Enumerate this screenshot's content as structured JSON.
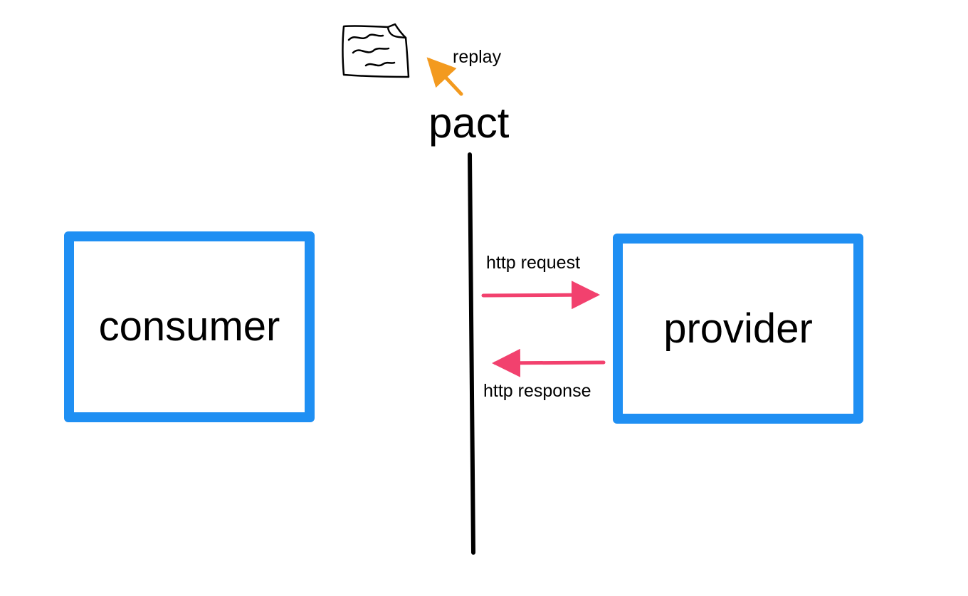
{
  "nodes": {
    "pact": "pact",
    "consumer": "consumer",
    "provider": "provider"
  },
  "edges": {
    "replay": "replay",
    "request": "http request",
    "response": "http response"
  },
  "icons": {
    "document": "document-icon"
  },
  "colors": {
    "box_border": "#1f8ff3",
    "http_arrow": "#f2416e",
    "replay_arrow": "#f39a1f",
    "divider": "#000000"
  }
}
